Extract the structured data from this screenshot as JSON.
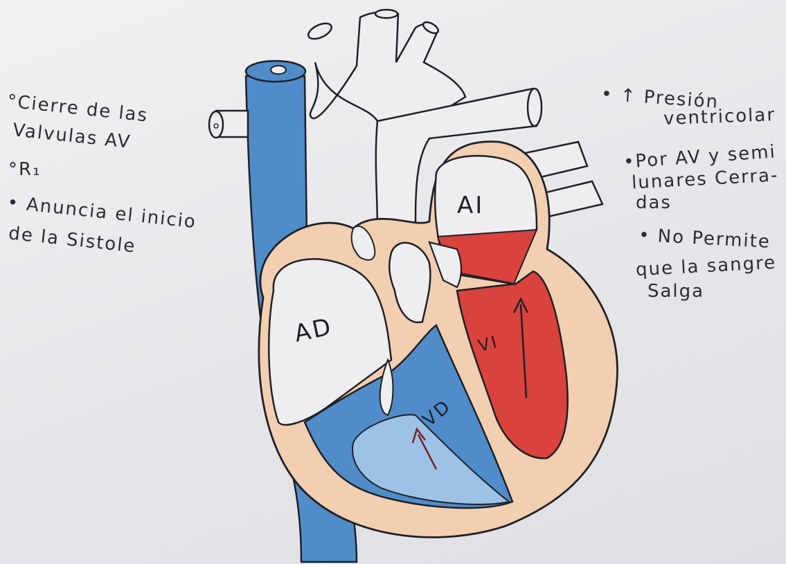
{
  "left_notes": [
    "°Cierre de las",
    "Valvulas AV",
    "°R₁",
    "• Anuncia el inicio",
    "de la Sistole"
  ],
  "right_notes": [
    "• ↑ Presión",
    "ventricolar",
    "•Por AV y semi",
    "lunares Cerra-",
    "das",
    "• No Permite",
    "que la sangre",
    "Salga"
  ],
  "chambers": {
    "right_atrium": "AD",
    "left_atrium": "AI",
    "right_ventricle": "VD",
    "left_ventricle": "VI"
  },
  "colors": {
    "paper": "#ececef",
    "venous_blue": "#4f8cc9",
    "arterial_red": "#d9423d",
    "myocardium": "#f1cfb0",
    "ink": "#1f1f26"
  }
}
